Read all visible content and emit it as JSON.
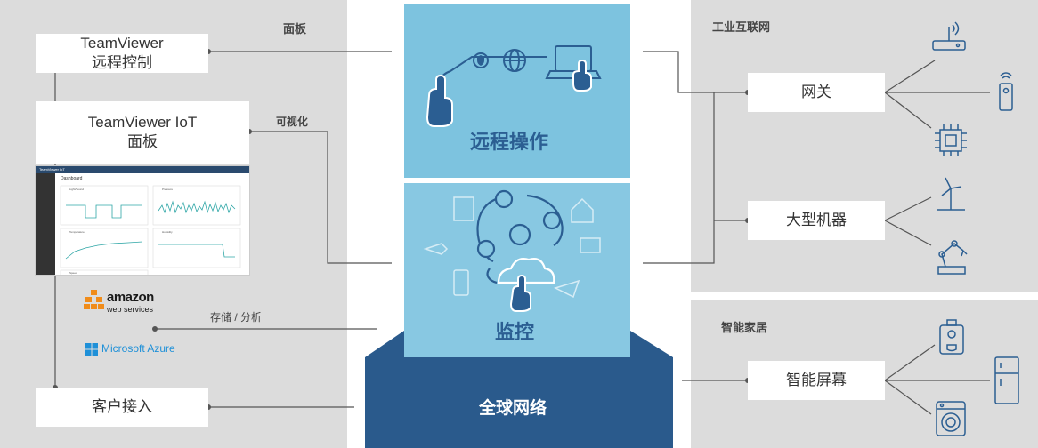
{
  "left_panel": {
    "header": "面板",
    "remote_box": {
      "line1": "TeamViewer",
      "line2": "远程控制"
    },
    "iot_box": {
      "line1": "TeamViewer IoT",
      "line2": "面板"
    },
    "visual_label": "可视化",
    "storage_label": "存储 / 分析",
    "amazon": {
      "word": "amazon",
      "sub": "web services"
    },
    "azure": "Microsoft Azure",
    "client_box": "客户接入",
    "dashboard": {
      "app": "TeamViewer IoT",
      "title": "Dashboard",
      "widgets": [
        "Light/Sound",
        "Pressure",
        "Temperature",
        "Humidity",
        "Speed"
      ]
    }
  },
  "center": {
    "remote_title": "远程操作",
    "monitor_title": "监控",
    "network_title": "全球网络"
  },
  "right_top": {
    "header": "工业互联网",
    "gateway": "网关",
    "machine": "大型机器"
  },
  "right_bottom": {
    "header": "智能家居",
    "screen": "智能屏幕"
  },
  "colors": {
    "panel": "#dcdcdc",
    "light_blue": "#7dc3df",
    "navy": "#2a5a8c",
    "icon_blue": "#2b5e92"
  }
}
